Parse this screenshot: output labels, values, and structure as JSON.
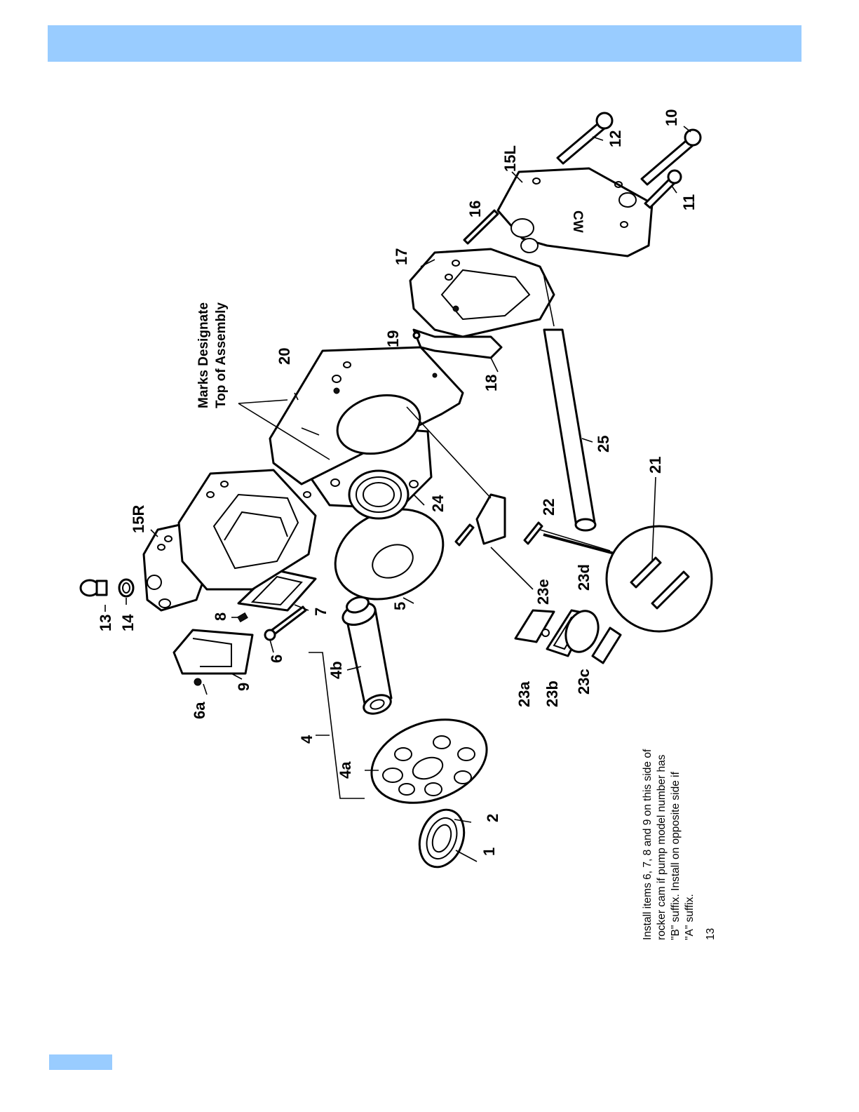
{
  "colors": {
    "band": "#99ccff",
    "ink": "#000000",
    "paper": "#ffffff"
  },
  "marks_label": {
    "line1": "Marks Designate",
    "line2": "Top of Assembly"
  },
  "labels": [
    {
      "id": "1",
      "text": "1"
    },
    {
      "id": "2",
      "text": "2"
    },
    {
      "id": "4",
      "text": "4"
    },
    {
      "id": "4a",
      "text": "4a"
    },
    {
      "id": "4b",
      "text": "4b"
    },
    {
      "id": "5",
      "text": "5"
    },
    {
      "id": "6",
      "text": "6"
    },
    {
      "id": "6a",
      "text": "6a"
    },
    {
      "id": "7",
      "text": "7"
    },
    {
      "id": "8",
      "text": "8"
    },
    {
      "id": "9",
      "text": "9"
    },
    {
      "id": "10",
      "text": "10"
    },
    {
      "id": "11",
      "text": "11"
    },
    {
      "id": "12",
      "text": "12"
    },
    {
      "id": "13",
      "text": "13"
    },
    {
      "id": "14",
      "text": "14"
    },
    {
      "id": "15R",
      "text": "15R"
    },
    {
      "id": "15L",
      "text": "15L"
    },
    {
      "id": "16",
      "text": "16"
    },
    {
      "id": "17",
      "text": "17"
    },
    {
      "id": "18",
      "text": "18"
    },
    {
      "id": "19",
      "text": "19"
    },
    {
      "id": "20",
      "text": "20"
    },
    {
      "id": "21",
      "text": "21"
    },
    {
      "id": "22",
      "text": "22"
    },
    {
      "id": "23a",
      "text": "23a"
    },
    {
      "id": "23b",
      "text": "23b"
    },
    {
      "id": "23c",
      "text": "23c"
    },
    {
      "id": "23d",
      "text": "23d"
    },
    {
      "id": "23e",
      "text": "23e"
    },
    {
      "id": "24",
      "text": "24"
    },
    {
      "id": "25",
      "text": "25"
    }
  ],
  "cover_mark": "CW",
  "note": {
    "line1": "Install items 6, 7, 8 and 9 on this side of",
    "line2": "rocker cam if pump model number has",
    "line3": "\"B\" suffix. Install on opposite side if",
    "line4": "\"A\" suffix."
  },
  "page_number": "13"
}
